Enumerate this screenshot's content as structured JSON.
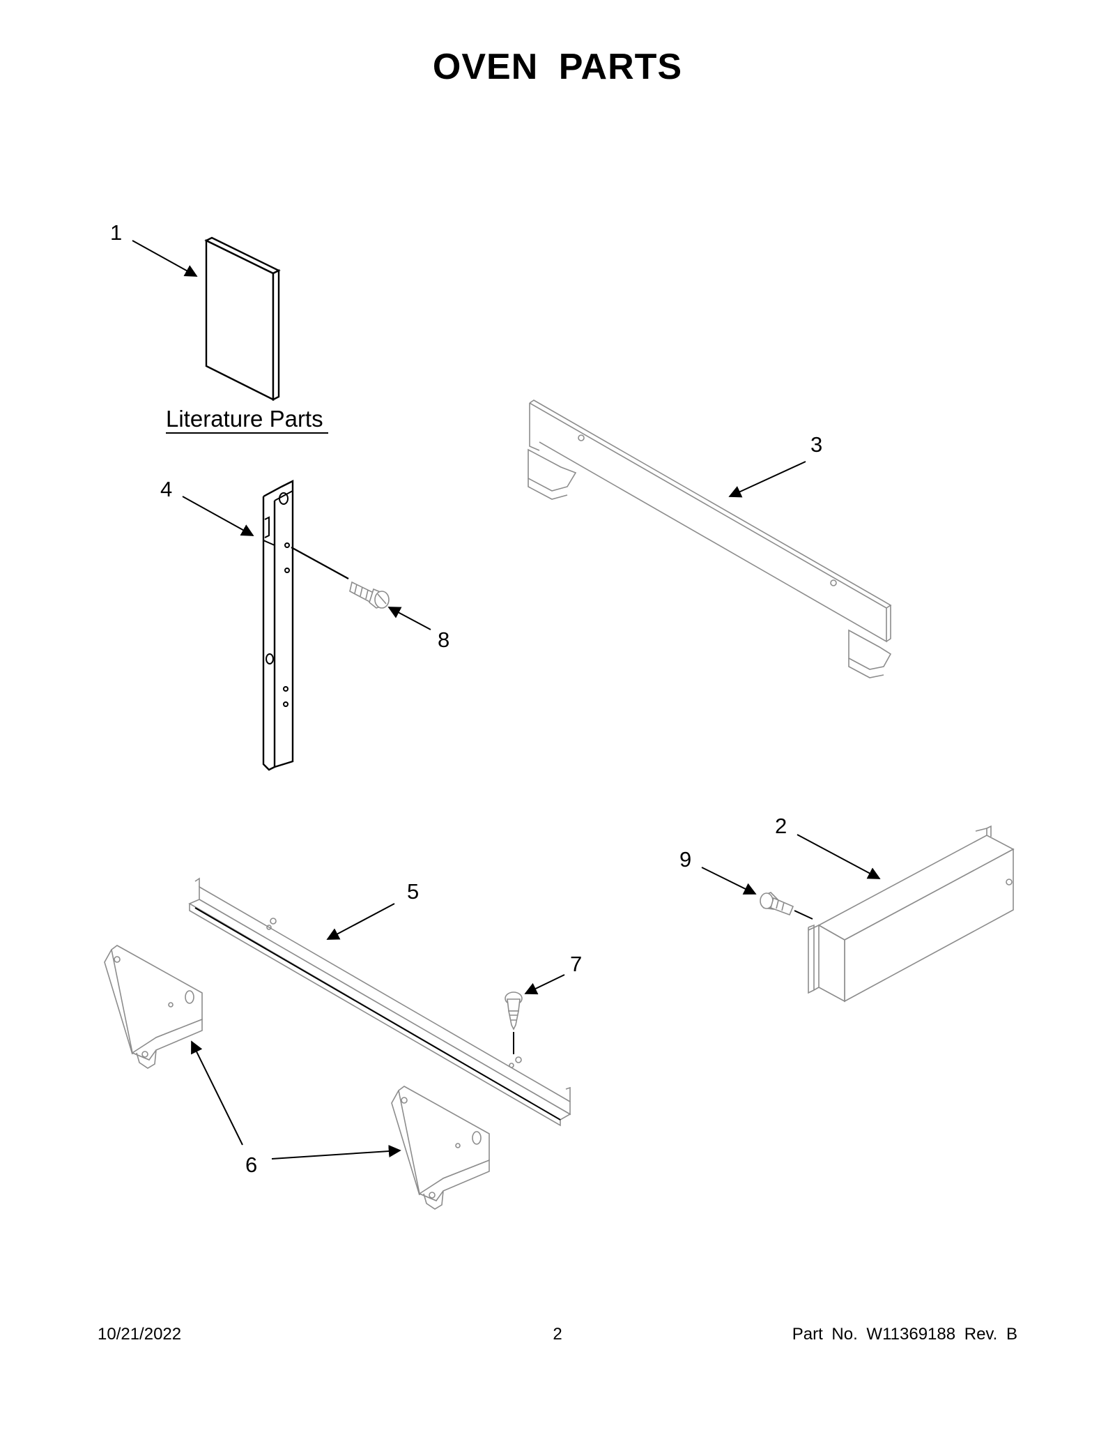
{
  "title": "OVEN PARTS",
  "literature_label": "Literature Parts",
  "callouts": {
    "c1": "1",
    "c2": "2",
    "c3": "3",
    "c4": "4",
    "c5": "5",
    "c6": "6",
    "c7": "7",
    "c8": "8",
    "c9": "9"
  },
  "footer": {
    "date": "10/21/2022",
    "page": "2",
    "part": "Part No.  W11369188  Rev.  B"
  }
}
